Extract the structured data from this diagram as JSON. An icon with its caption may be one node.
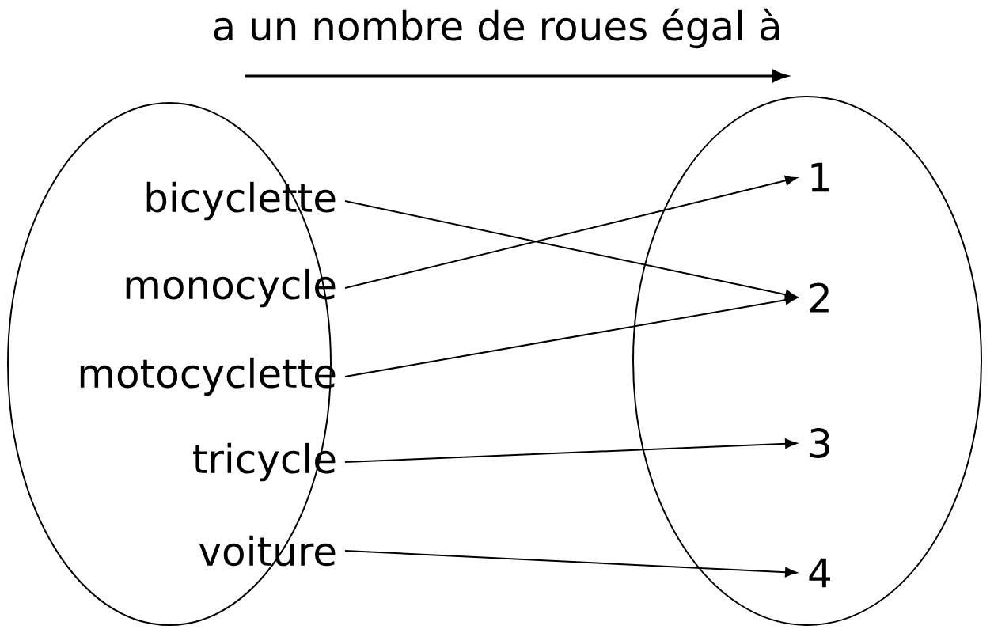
{
  "diagram": {
    "title": "a un nombre de roues égal à",
    "nodes": [
      {
        "text": [],
        "shape": "ellipse"
      },
      {
        "text": [
          "bicyclette"
        ],
        "in": 0
      },
      {
        "text": [
          "monocycle"
        ],
        "in": 0
      },
      {
        "text": [
          "motocyclette"
        ],
        "in": 0
      },
      {
        "text": [
          "tricycle"
        ],
        "in": 0
      },
      {
        "text": [
          "voiture"
        ],
        "in": 0
      },
      {
        "text": [],
        "shape": "ellipse"
      },
      {
        "text": [
          "1"
        ],
        "in": 6
      },
      {
        "text": [
          "2"
        ],
        "in": 6
      },
      {
        "text": [
          "3"
        ],
        "in": 6
      },
      {
        "text": [
          "4"
        ],
        "in": 6
      }
    ],
    "edges": [
      {
        "from": 1,
        "to": 8,
        "arrow": "to"
      },
      {
        "from": 2,
        "to": 7,
        "arrow": "to"
      },
      {
        "from": 3,
        "to": 8,
        "arrow": "to"
      },
      {
        "from": 4,
        "to": 9,
        "arrow": "to"
      },
      {
        "from": 5,
        "to": 10,
        "arrow": "to"
      }
    ]
  }
}
